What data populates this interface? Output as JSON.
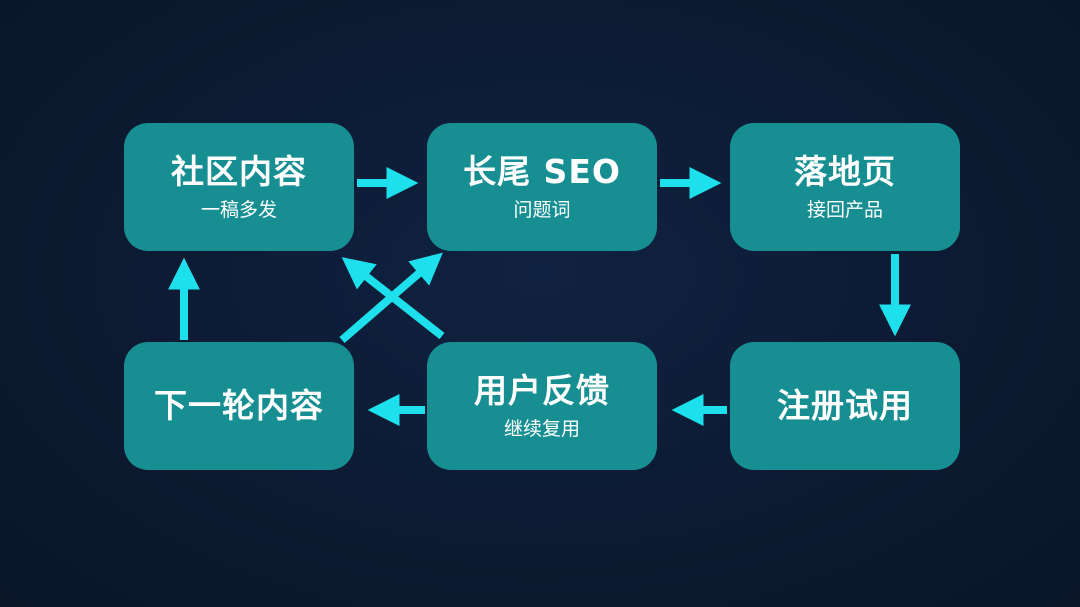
{
  "accent_color": "#1ee0ec",
  "node_color": "#178f92",
  "background_color": "#0d1b33",
  "nodes": {
    "community_content": {
      "title": "社区内容",
      "subtitle": "一稿多发"
    },
    "long_tail_seo": {
      "title": "长尾 SEO",
      "subtitle": "问题词"
    },
    "landing_page": {
      "title": "落地页",
      "subtitle": "接回产品"
    },
    "next_round_content": {
      "title": "下一轮内容",
      "subtitle": ""
    },
    "user_feedback": {
      "title": "用户反馈",
      "subtitle": "继续复用"
    },
    "signup_trial": {
      "title": "注册试用",
      "subtitle": ""
    }
  },
  "edges": [
    {
      "from": "community_content",
      "to": "long_tail_seo"
    },
    {
      "from": "long_tail_seo",
      "to": "landing_page"
    },
    {
      "from": "landing_page",
      "to": "signup_trial"
    },
    {
      "from": "signup_trial",
      "to": "user_feedback"
    },
    {
      "from": "user_feedback",
      "to": "next_round_content"
    },
    {
      "from": "next_round_content",
      "to": "community_content"
    },
    {
      "from": "next_round_content",
      "to": "long_tail_seo"
    },
    {
      "from": "user_feedback",
      "to": "community_content"
    }
  ]
}
